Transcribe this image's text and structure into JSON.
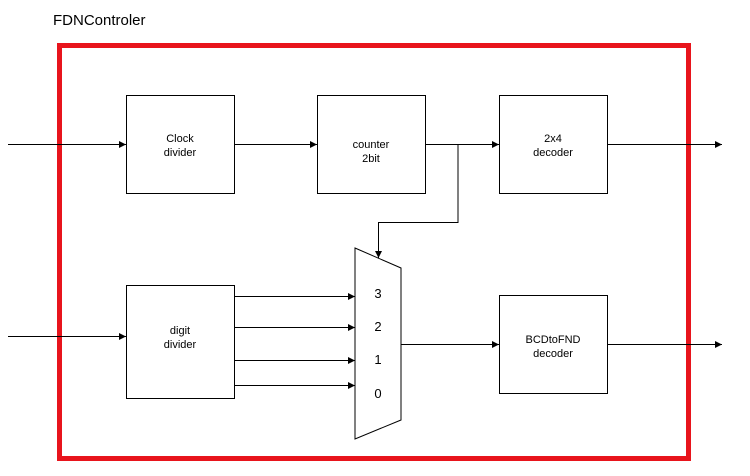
{
  "title": "FDNControler",
  "colors": {
    "frame": "#e8141c",
    "stroke": "#000000",
    "background": "#ffffff"
  },
  "blocks": {
    "clock_divider": {
      "line1": "Clock",
      "line2": "divider"
    },
    "counter": {
      "line1": "counter",
      "line2": "2bit"
    },
    "decoder_2x4": {
      "line1": "2x4",
      "line2": "decoder"
    },
    "digit_divider": {
      "line1": "digit",
      "line2": "divider"
    },
    "bcd_to_fnd": {
      "line1": "BCDtoFND",
      "line2": "decoder"
    }
  },
  "mux": {
    "inputs": [
      "3",
      "2",
      "1",
      "0"
    ]
  }
}
